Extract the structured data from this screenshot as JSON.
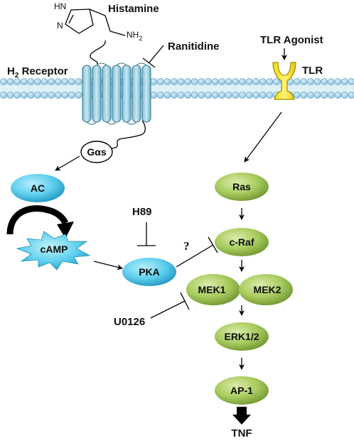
{
  "labels": {
    "histamine": "Histamine",
    "ranitidine": "Ranitidine",
    "h2_receptor_main": "H",
    "h2_receptor_sub": "2",
    "h2_receptor_rest": " Receptor",
    "tlr_agonist": "TLR Agonist",
    "tlr": "TLR",
    "h89": "H89",
    "question_mark": "?",
    "u0126": "U0126",
    "tnf": "TNF"
  },
  "chemical": {
    "hn": "HN",
    "n": "N",
    "nh2": "NH",
    "nh2_sub": "2"
  },
  "nodes": {
    "gas": "Gαs",
    "ac": "AC",
    "camp": "cAMP",
    "pka": "PKA",
    "ras": "Ras",
    "craf": "c-Raf",
    "mek1": "MEK1",
    "mek2": "MEK2",
    "erk": "ERK1/2",
    "ap1": "AP-1"
  },
  "colors": {
    "membrane_fill": "#a9d3e6",
    "membrane_stroke": "#5f9fc0",
    "receptor_fill": "#a8d4e4",
    "receptor_stroke": "#2f6f88",
    "blue_node_light": "#8fe2f7",
    "blue_node_dark": "#2aa8d3",
    "green_node_light": "#c8e08a",
    "green_node_dark": "#7fa63a",
    "tlr_fill": "#ffe81a",
    "tlr_stroke": "#a89400",
    "camp_light": "#9fe6f7",
    "camp_dark": "#38b6dd"
  }
}
